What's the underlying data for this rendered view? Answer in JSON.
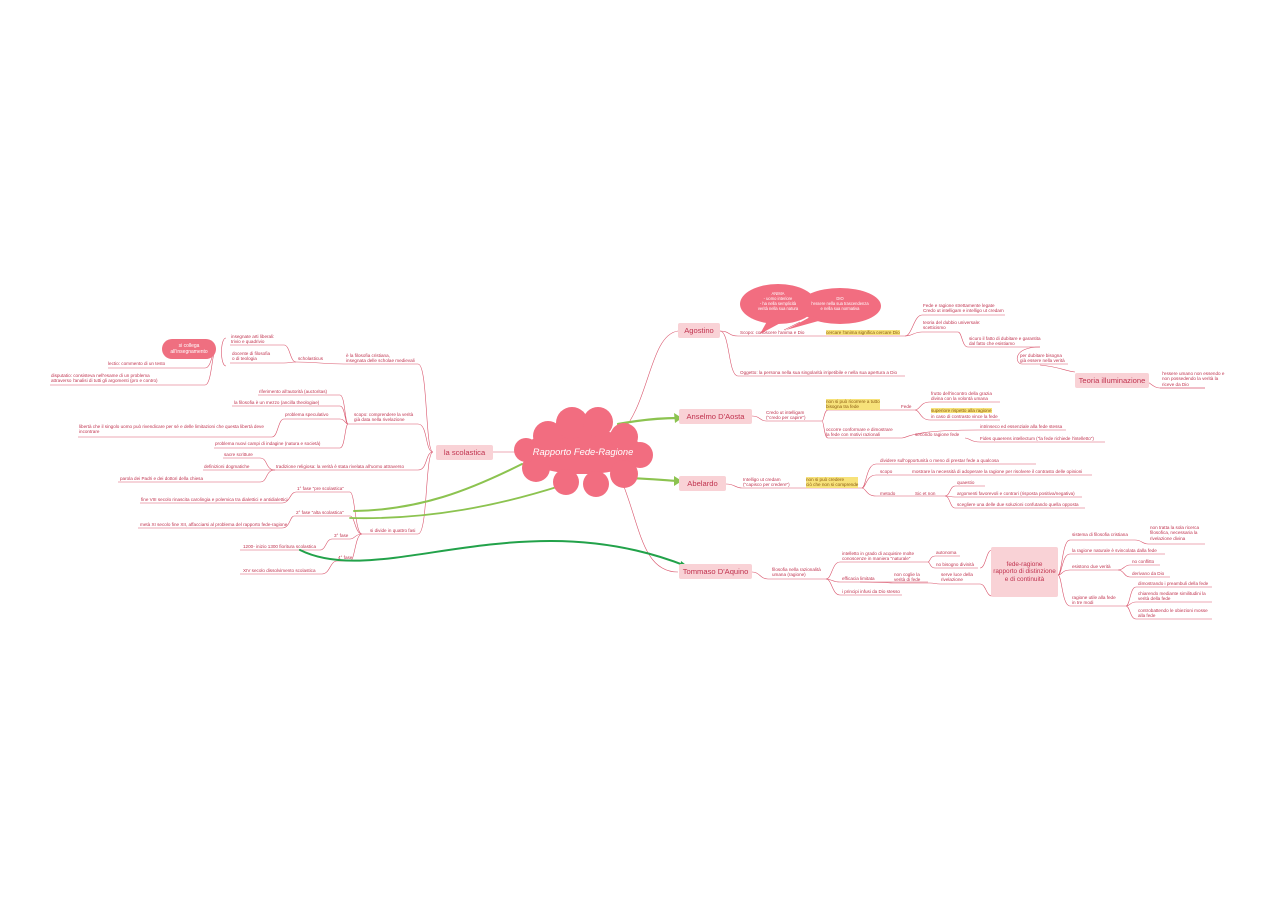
{
  "center": {
    "title": "Rapporto Fede-Ragione"
  },
  "main_nodes": {
    "agostino": "Agostino",
    "anselmo": "Anselmo D'Aosta",
    "abelardo": "Abelardo",
    "tommaso": "Tommaso D'Aquino",
    "scolastica": "la scolastica"
  },
  "agostino": {
    "bubble_anima": "ANIMA\n- uomo interiore\n- ha nella semplicità\nverità nella sua natura",
    "bubble_dio": "DIO\nl'essere nella sua trascendenza\ne nella sua normativa",
    "scopo": "Scopo: conoscere l'anima e Dio",
    "credere": "cercare l'anima significa cercare Dio",
    "fede_ragione": "Fede e ragione strettamente legate\nCredo ut intelligam e intelligo ut credam",
    "dubbio": "teoria del dubbio universale:\nscetticismo",
    "sicuro": "sicuro il fatto di dubitare e garantita\ndal fatto che esistiamo",
    "verita": "per dubitare bisogna\ngià essere nella verità",
    "teoria_node": "Teoria illuminazione",
    "teoria_text": "l'essere umano non essendo e\nnon possedendo la verità la\nriceve da Dio",
    "oggetto": "Oggetto: la persona nella sua singolarità irripetibile e nella sua apertura a Dio"
  },
  "anselmo": {
    "credo": "Credo ut intelligam\n(\"credo per capire\")",
    "non_si": "non si può ricorrere a tutto\nbisogna tra fede",
    "fede": "Fede",
    "frutto": "frutto dell'incontro della grazia\ndivina con la volontà umana",
    "superiore": "superiore rispetto alla ragione",
    "contrasto": "in caso di contrasto vince la fede",
    "occorre": "occorre conformare e dimostrare\nla fede con motivi razionali",
    "secondo": "secondo ragione fede",
    "intrinseco": "intrinseco ed essenziale alla fede stessa",
    "fides": "Fides quaerens intellectum (\"la fede richiede l'intelletto\")"
  },
  "abelardo": {
    "intelligo": "Intelligo ut credam\n(\"capisco per credere\")",
    "non_si": "non si può credere\nciò che non si comprende",
    "dividere": "dividere sull'opportunità o meno di prestar fede a qualcosa",
    "scopo": "scopo",
    "mostrare": "mostrare la necessità di adoperare la ragione per risolvere il contrasto delle opinioni",
    "metodo": "metodo",
    "sic": "Sic et non",
    "questio": "quaestio",
    "argomenti": "argomenti favorevoli e contrari (risposta positiva/negativa)",
    "scegliere": "scegliere una delle due soluzioni confutando quella opposta"
  },
  "tommaso": {
    "filosofia": "filosofia nella razionalità\numana (ragione)",
    "intelletto": "intelletto in grado di acquisire molte\nconoscenze in maniera \"naturale\"",
    "autonoma": "autonoma",
    "no_bisogno": "no bisogno divinità",
    "efficacia": "efficacia limitata",
    "non_coglie": "non coglie la\nverità di fede",
    "serve": "serve luce della\nrivelazione",
    "principi": "i principi infusi da Dio stesso",
    "fede_node": "fede-ragione\nrapporto di distinzione\ne di continuità",
    "sistema": "sistema di filosofia cristiana",
    "non_tratta": "non tratta la sola ricerca\nfilosofica, necessaria la\nrivelazione divina",
    "ragione_nat": "la ragione naturale è svincolata dalla fede",
    "esistono": "esistono due verità",
    "no_conflitto": "no conflitto",
    "derivano": "derivano da Dio",
    "ragione_utile": "ragione utile alla fede\nin tre modi",
    "dimostrando": "dimostrando i preambuli della fede",
    "chiarendo": "chiarendo mediante similitudini la\nverità della fede",
    "controbattendo": "controbattendo le obiezioni mosse\nalla fede"
  },
  "scolastica": {
    "si_collega": "si collega\nall'insegnamento",
    "insegnate": "insegnate arti liberali:\ntrivio e quadrivio",
    "docente": "docente di filosofia\no di teologia",
    "scholasticus": "scholasticus",
    "filosofia_cristiana": "è la filosofia cristiana,\ninsegnata delle scholae medievali",
    "lectio": "lectio: commento di un testo",
    "disputatio": "disputatio: consisteva nell'esame di un problema\nattraverso l'analisi di tutti gli argomenti (pro e contro)",
    "riferimento": "riferimento all'autorità (auctoritas)",
    "filosofia_mezzo": "la filosofia è un mezzo (ancilla theologiae)",
    "problema_spec": "problema speculativo",
    "liberta": "libertà che il singolo uomo può rivendicare per sé e delle limitazioni che questa libertà deve\nincontrare",
    "scopo": "scopo: comprendere la verità\ngià data nella rivelazione",
    "problema_nuovi": "problema nuovi campi di indagine (natura e società)",
    "sacre": "sacre scritture",
    "definizioni": "definizioni dogmatiche",
    "parola": "parola dei Padri e dei dottori della chiesa",
    "tradizione": "tradizione religiosa: la verità è stata rivelata all'uomo attraverso",
    "fase1": "1° fase \"pre scolastica\"",
    "fine_viii": "fine VIII secolo rinascita carolingia e polemica tra dialettici e antidialettici",
    "fase2": "2° fase \"alta scolastica\"",
    "meta_xi": "metà XI secolo fine XII, affacciarsi al problema del rapporto fede-ragione",
    "fase3": "3° fase",
    "fioritura": "1200- inizio 1300 fioritura scolastica",
    "fase4": "4° fase",
    "xiv": "XIV secolo dissolvimento scolastica",
    "si_divide": "si divide in quattro fasi"
  }
}
